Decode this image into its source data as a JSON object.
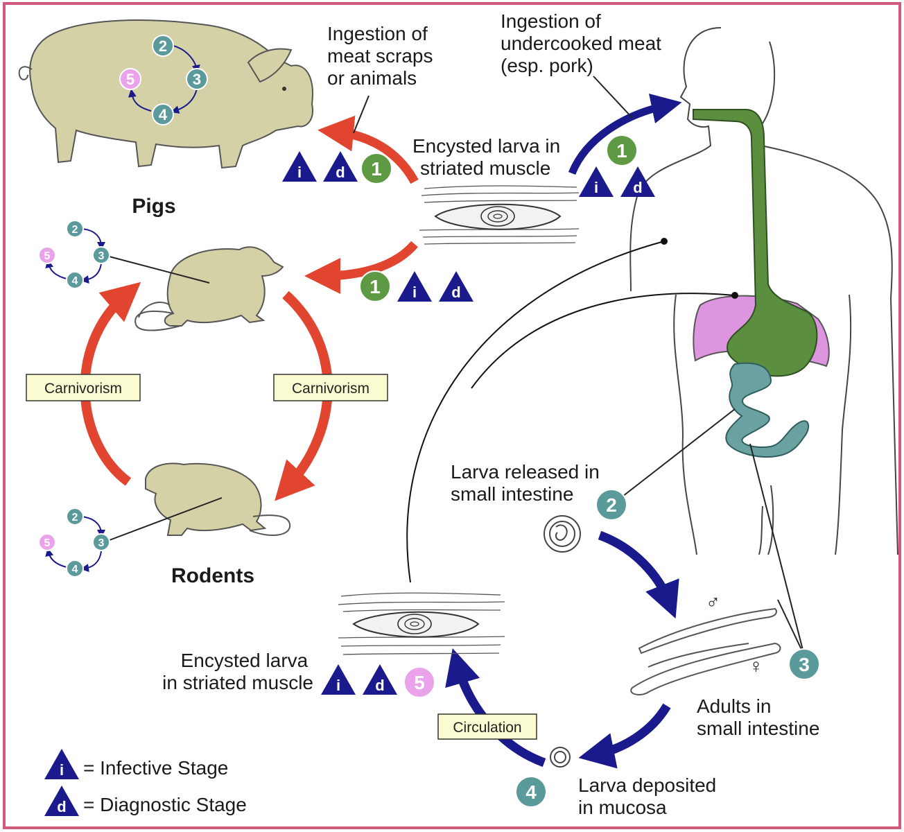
{
  "colors": {
    "frame": "#d05a7a",
    "red_arrow": "#e2452f",
    "blue_arrow": "#1b1a8c",
    "green_circle": "#5e9a43",
    "teal_circle": "#5a9a9a",
    "pink_circle": "#eaa3ea",
    "gut_green": "#5b8f3f",
    "gut_teal": "#6aa2a2",
    "liver_pink": "#dd95e0",
    "animal_fill": "#d4d1a6",
    "label_box": "#fbfbd2"
  },
  "hosts": {
    "pigs": "Pigs",
    "rodents": "Rodents"
  },
  "labels": {
    "ingestion_scraps": [
      "Ingestion of",
      "meat scraps",
      "or animals"
    ],
    "ingestion_meat": [
      "Ingestion of",
      "undercooked meat",
      "(esp. pork)"
    ],
    "encysted_top": [
      "Encysted larva in",
      "striated muscle"
    ],
    "larva_released": [
      "Larva released in",
      "small intestine"
    ],
    "adults": [
      "Adults in",
      "small intestine"
    ],
    "larva_deposited": [
      "Larva deposited",
      "in mucosa"
    ],
    "encysted_bottom": [
      "Encysted larva",
      "in striated muscle"
    ]
  },
  "boxes": {
    "carnivorism_left": "Carnivorism",
    "carnivorism_right": "Carnivorism",
    "circulation": "Circulation"
  },
  "stages": {
    "s1": "1",
    "s2": "2",
    "s3": "3",
    "s4": "4",
    "s5": "5",
    "infective": "i",
    "diagnostic": "d"
  },
  "sex_symbols": {
    "male": "♂",
    "female": "♀"
  },
  "legend": {
    "infective": "= Infective Stage",
    "diagnostic": "= Diagnostic Stage"
  }
}
